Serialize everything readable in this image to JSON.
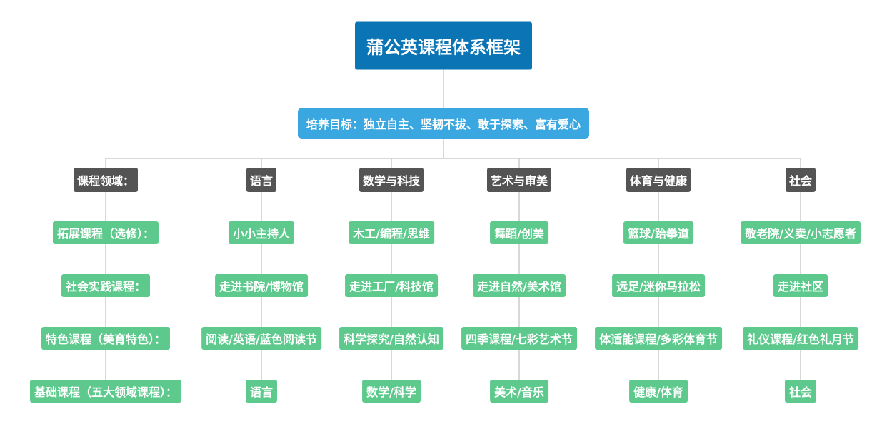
{
  "root": {
    "label": "蒲公英课程体系框架"
  },
  "goal": {
    "label": "培养目标：独立自主、坚韧不拔、敢于探索、富有爱心"
  },
  "colors": {
    "root": "#0b74b5",
    "goal": "#3aa7e0",
    "header": "#545454",
    "leaf": "#5dc98c",
    "line": "#cccccc"
  },
  "columns": [
    {
      "header": "课程领域：",
      "items": [
        "拓展课程（选修）：",
        "社会实践课程：",
        "特色课程（美育特色）：",
        "基础课程（五大领域课程）："
      ]
    },
    {
      "header": "语言",
      "items": [
        "小小主持人",
        "走进书院/博物馆",
        "阅读/英语/蓝色阅读节",
        "语言"
      ]
    },
    {
      "header": "数学与科技",
      "items": [
        "木工/编程/思维",
        "走进工厂/科技馆",
        "科学探究/自然认知",
        "数学/科学"
      ]
    },
    {
      "header": "艺术与审美",
      "items": [
        "舞蹈/创美",
        "走进自然/美术馆",
        "四季课程/七彩艺术节",
        "美术/音乐"
      ]
    },
    {
      "header": "体育与健康",
      "items": [
        "篮球/跆拳道",
        "远足/迷你马拉松",
        "体适能课程/多彩体育节",
        "健康/体育"
      ]
    },
    {
      "header": "社会",
      "items": [
        "敬老院/义卖/小志愿者",
        "走进社区",
        "礼仪课程/红色礼月节",
        "社会"
      ]
    }
  ]
}
